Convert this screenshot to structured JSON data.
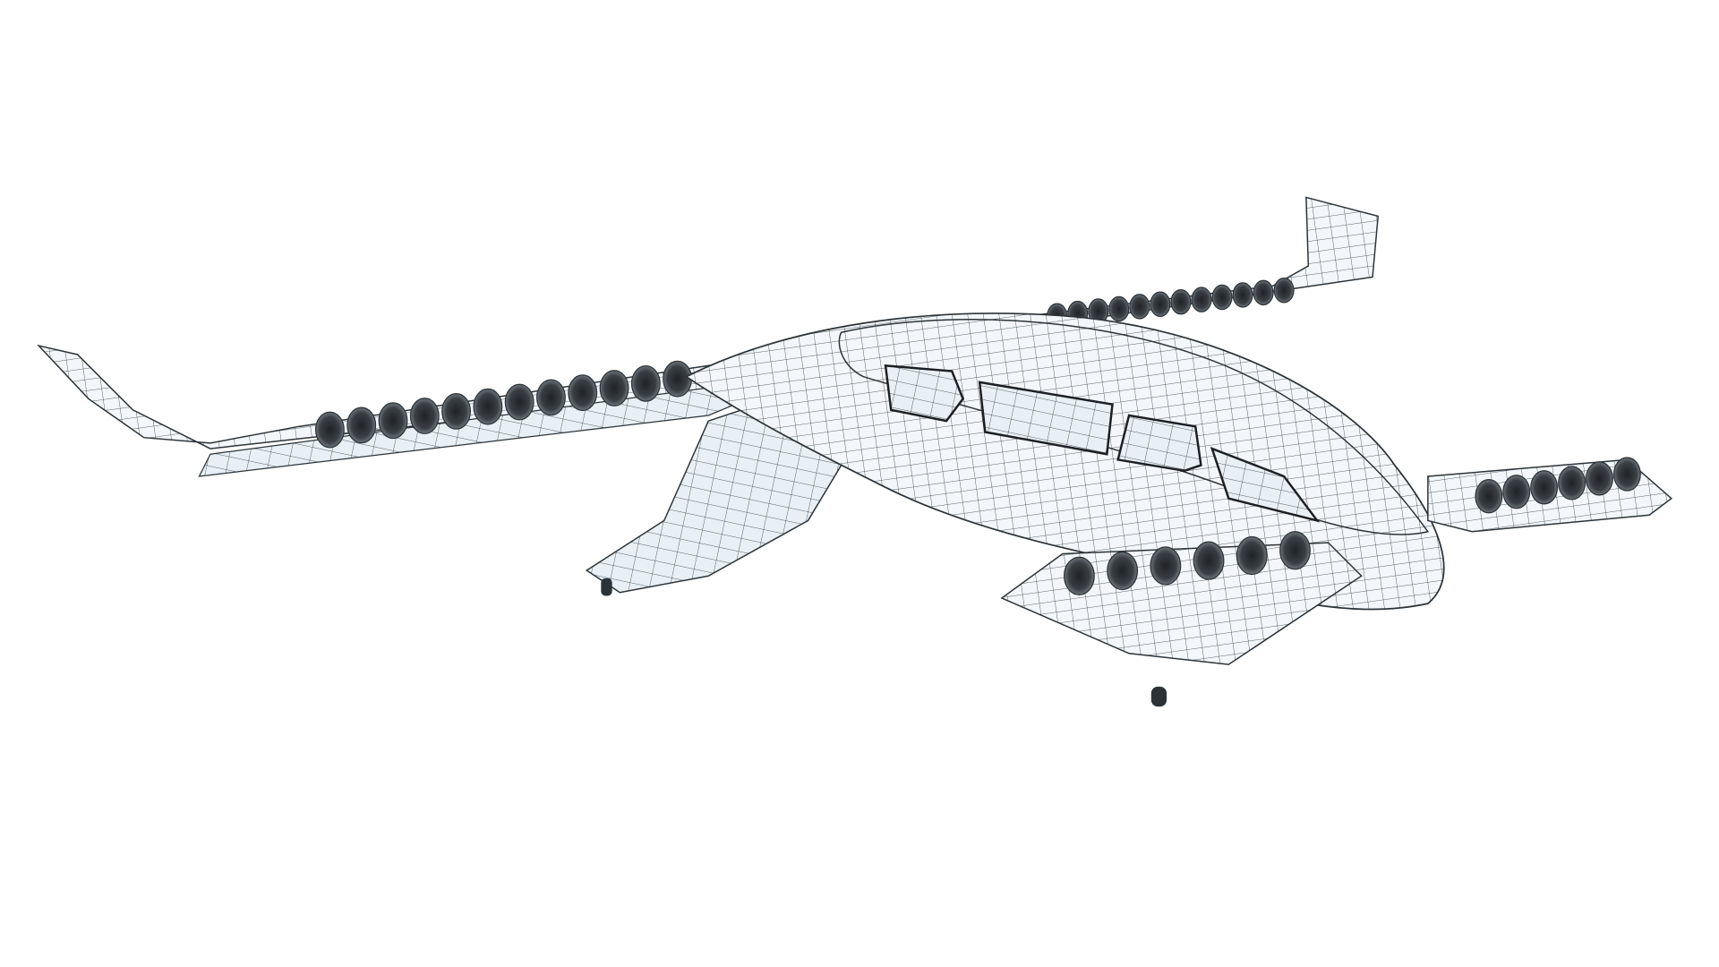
{
  "scene": {
    "subject": "wireframe-aircraft-render",
    "background_color": "#ffffff",
    "surface_color": "#f3f7fb",
    "shade_color": "#dbe6ef",
    "wire_color": "#2b3338",
    "engine_color": "#3a3f44",
    "engines": {
      "left_wing": 12,
      "right_wing": 12,
      "left_canard": 6,
      "right_canard": 6
    },
    "landing_gear": 2
  }
}
